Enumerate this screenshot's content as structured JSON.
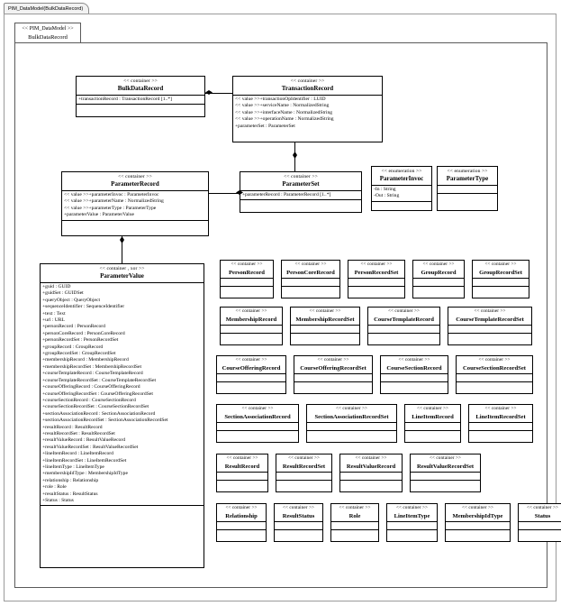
{
  "window": {
    "tab_label": "PIM_DataModel(BulkDataRecord)"
  },
  "package": {
    "stereotype": "<< PIM_DataModel >>",
    "name": "BulkDataRecord"
  },
  "classes": {
    "bulk_data_record": {
      "stereotype": "<< container >>",
      "name": "BulkDataRecord",
      "attributes": [
        "+transactionRecord : TransactionRecord [1..*]"
      ]
    },
    "transaction_record": {
      "stereotype": "<< container >>",
      "name": "TransactionRecord",
      "attributes": [
        "<< value >>+transactionOpIdentifier : LUID",
        "<< value >>+serviceName : NormalizedString",
        "<< value >>+interfaceName : NormalizedString",
        "<< value >>+operationName : NormalizedString",
        "+parameterSet : ParameterSet"
      ]
    },
    "parameter_record": {
      "stereotype": "<< container >>",
      "name": "ParameterRecord",
      "attributes": [
        "<< value >>+parameterInvoc : ParameterInvoc",
        "<< value >>+parameterName : NormalizedString",
        "<< value >>+parameterType : ParameterType",
        "+parameterValue : ParameterValue"
      ]
    },
    "parameter_set": {
      "stereotype": "<< container >>",
      "name": "ParameterSet",
      "attributes": [
        "+parameterRecord : ParameterRecord [1..*]"
      ]
    },
    "parameter_invoc": {
      "stereotype": "<< enumeration >>",
      "name": "ParameterInvoc",
      "attributes": [
        "-In : String",
        "-Out : String"
      ]
    },
    "parameter_type": {
      "stereotype": "<< enumeration >>",
      "name": "ParameterType",
      "attributes": []
    },
    "parameter_value": {
      "stereotype": "<< container , xor >>",
      "name": "ParameterValue",
      "attributes": [
        "+guid : GUID",
        "+guidSet : GUIDSet",
        "+queryObject : QueryObject",
        "+sequenceIdentifier : SequenceIdentifier",
        "+text : Text",
        "+url : URL",
        "+personRecord : PersonRecord",
        "+personCoreRecord : PersonCoreRecord",
        "+personRecordSet : PersonRecordSet",
        "+groupRecord : GroupRecord",
        "+groupRecordSet : GroupRecordSet",
        "+membershipRecord : MembershipRecord",
        "+membershipRecordSet : MembershipRecordSet",
        "+courseTemplateRecord : CourseTemplateRecord",
        "+courseTemplateRecordSet : CourseTemplateRecordSet",
        "+courseOfferingRecord : CourseOfferingRecord",
        "+courseOfferingRecordSet : CourseOfferingRecordSet",
        "+courseSectionRecord : CourseSectionRecord",
        "+courseSectionRecordSet : CourseSectionRecordSet",
        "+sectionAssociationRecord : SectionAssociationRecord",
        "+sectionAssociationRecordSet : SectionAssociationRecordSet",
        "+resultRecord : ResultRecord",
        "+resultRecordSet : ResultRecordSet",
        "+resultValueRecord : ResultValueRecord",
        "+resultValueRecordSet : ResultValueRecordSet",
        "+lineItemRecord : LineItemRecord",
        "+lineItemRecordSet : LineItemRecordSet",
        "+lineItemType : LineItemType",
        "+membershipIdType : MembershipIdType",
        "+relationship : Relationship",
        "+role : Role",
        "+resultStatus : ResultStatus",
        "+Status : Status"
      ]
    }
  },
  "mini_classes": {
    "stereotype": "<< container >>",
    "rows": [
      [
        {
          "name": "PersonRecord",
          "width": 60
        },
        {
          "name": "PersonCoreRecord",
          "width": 66
        },
        {
          "name": "PersonRecordSet",
          "width": 64
        },
        {
          "name": "GroupRecord",
          "width": 58
        },
        {
          "name": "GroupRecordSet",
          "width": 64
        }
      ],
      [
        {
          "name": "MembershipRecord",
          "width": 70
        },
        {
          "name": "MembershipRecordSet",
          "width": 78
        },
        {
          "name": "CourseTemplateRecord",
          "width": 81
        },
        {
          "name": "CourseTemplateRecordSet",
          "width": 94
        }
      ],
      [
        {
          "name": "CourseOfferingRecord",
          "width": 78
        },
        {
          "name": "CourseOfferingRecordSet",
          "width": 88
        },
        {
          "name": "CourseSectionRecord",
          "width": 76
        },
        {
          "name": "CourseSectionRecordSet",
          "width": 86
        }
      ],
      [
        {
          "name": "SectionAssociationRecord",
          "width": 92
        },
        {
          "name": "SectionAssociationRecordSet",
          "width": 101
        },
        {
          "name": "LineItemRecord",
          "width": 63
        },
        {
          "name": "LineItemRecordSet",
          "width": 72
        }
      ],
      [
        {
          "name": "ResultRecord",
          "width": 58
        },
        {
          "name": "ResultRecordSet",
          "width": 63
        },
        {
          "name": "ResultValueRecord",
          "width": 70
        },
        {
          "name": "ResultValueRecordSet",
          "width": 79
        }
      ],
      [
        {
          "name": "Relationship",
          "width": 56
        },
        {
          "name": "ResultStatus",
          "width": 55
        },
        {
          "name": "Role",
          "width": 54
        },
        {
          "name": "LineItemType",
          "width": 57
        },
        {
          "name": "MembershipIdType",
          "width": 73
        },
        {
          "name": "Status",
          "width": 55
        }
      ]
    ]
  },
  "colors": {
    "background": "#ffffff",
    "stroke": "#000000",
    "frame_stroke": "#9a9a9a",
    "package_stroke": "#5a5a5a",
    "tab_fill": "#f2f2f2"
  }
}
